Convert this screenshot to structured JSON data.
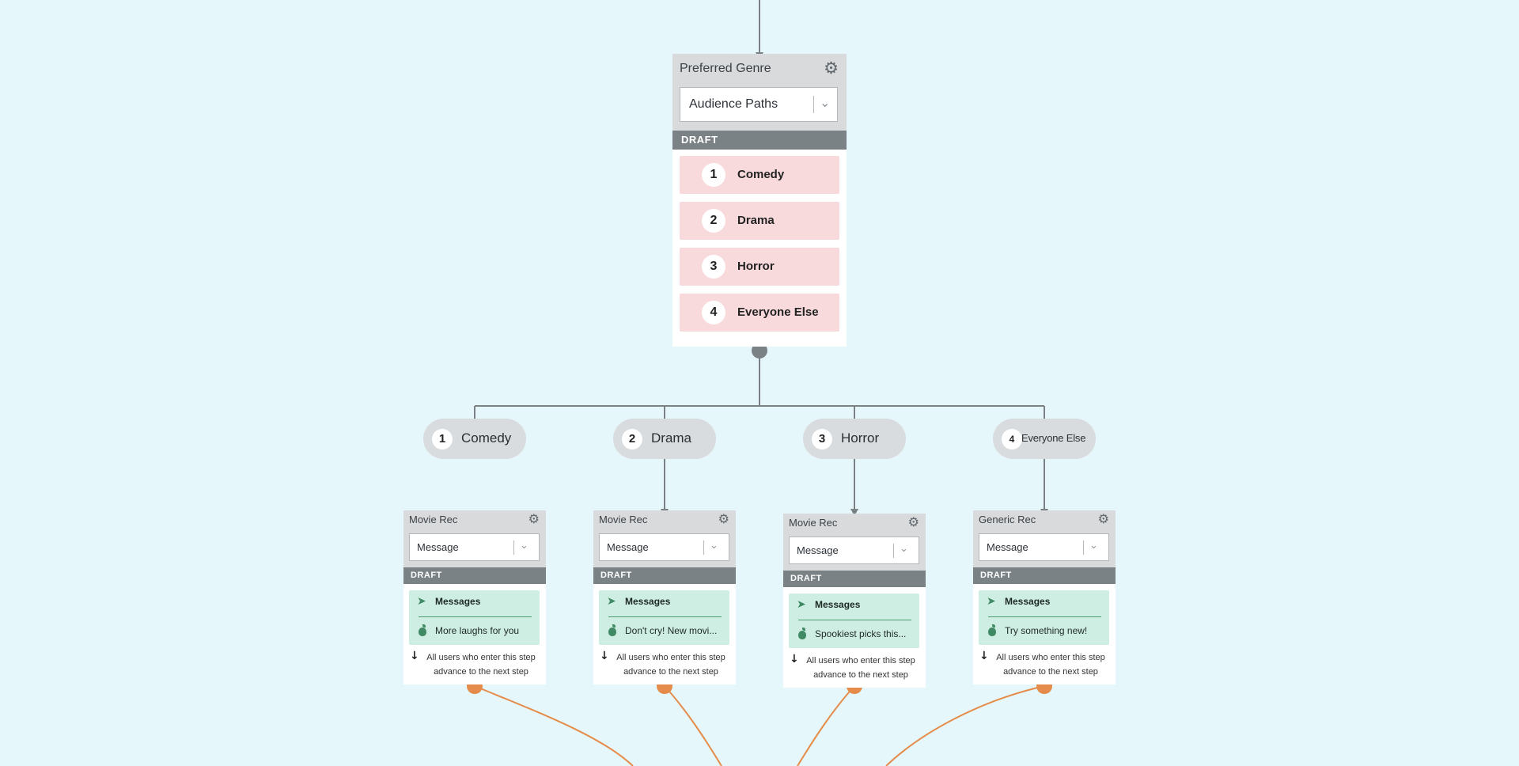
{
  "main_node": {
    "title": "Preferred Genre",
    "gear_icon": "gear-icon",
    "select_value": "Audience Paths",
    "status": "DRAFT",
    "paths": [
      {
        "num": "1",
        "label": "Comedy"
      },
      {
        "num": "2",
        "label": "Drama"
      },
      {
        "num": "3",
        "label": "Horror"
      },
      {
        "num": "4",
        "label": "Everyone Else"
      }
    ]
  },
  "branches": [
    {
      "num": "1",
      "label": "Comedy"
    },
    {
      "num": "2",
      "label": "Drama"
    },
    {
      "num": "3",
      "label": "Horror"
    },
    {
      "num": "4",
      "label": "Everyone Else"
    }
  ],
  "steps": [
    {
      "title": "Movie Rec",
      "select_value": "Message",
      "status": "DRAFT",
      "messages_label": "Messages",
      "message_text": "More laughs for you",
      "advance_text": "All users who enter this step advance to the next step"
    },
    {
      "title": "Movie Rec",
      "select_value": "Message",
      "status": "DRAFT",
      "messages_label": "Messages",
      "message_text": "Don't cry! New movi...",
      "advance_text": "All users who enter this step advance to the next step"
    },
    {
      "title": "Movie Rec",
      "select_value": "Message",
      "status": "DRAFT",
      "messages_label": "Messages",
      "message_text": "Spookiest picks this...",
      "advance_text": "All users who enter this step advance to the next step"
    },
    {
      "title": "Generic Rec",
      "select_value": "Message",
      "status": "DRAFT",
      "messages_label": "Messages",
      "message_text": "Try something new!",
      "advance_text": "All users who enter this step advance to the next step"
    }
  ],
  "icons": {
    "settings": "gear-icon",
    "dropdown": "chevron-down-icon",
    "messages": "paper-plane-icon",
    "platform": "apple-icon",
    "advance": "arrow-down-icon"
  },
  "colors": {
    "canvas": "#e5f7fa",
    "connector": "#7a8286",
    "path_item": "#f8dadd",
    "message_box": "#cfeee3",
    "output_connector": "#e58c4b",
    "draft_bar": "#7a8286"
  }
}
